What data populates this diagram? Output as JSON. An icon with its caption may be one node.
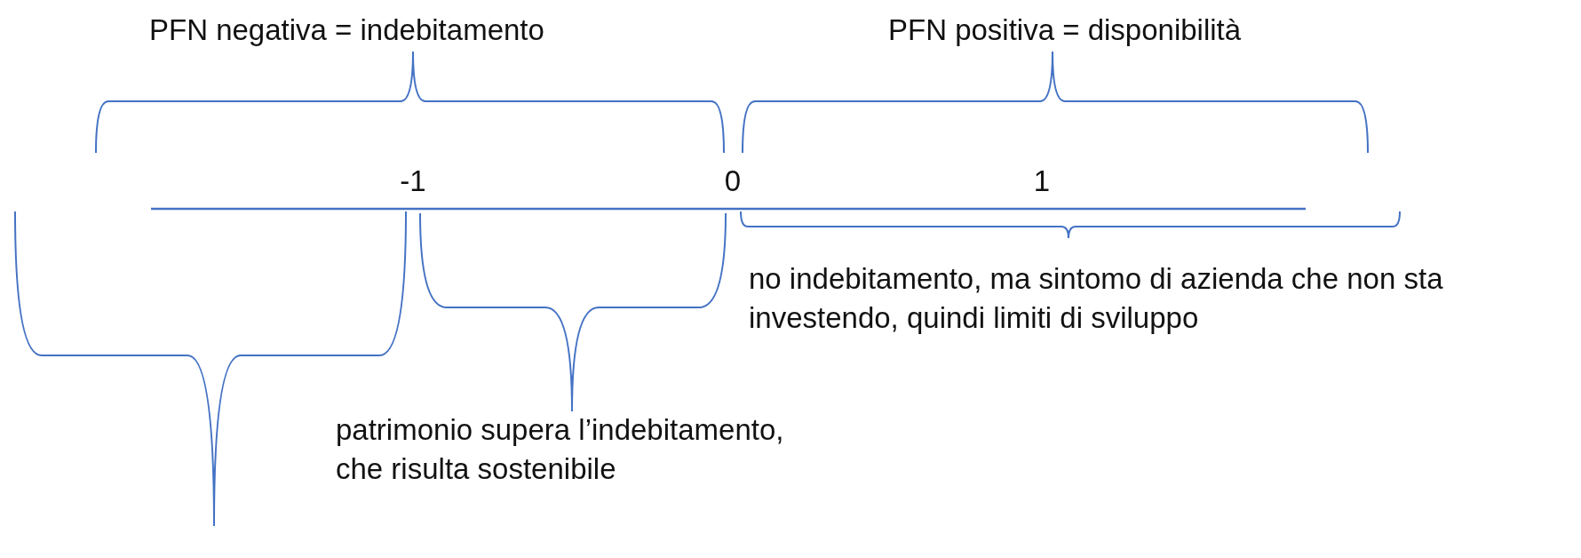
{
  "diagram": {
    "labels": [
      "PFN negativa = indebitamento",
      "PFN positiva = disponibilità",
      "-1",
      "0",
      "1",
      "no indebitamento, ma sintomo di azienda che non sta investendo, quindi limiti di sviluppo",
      "patrimonio supera l’indebitamento, che risulta sostenibile"
    ]
  }
}
